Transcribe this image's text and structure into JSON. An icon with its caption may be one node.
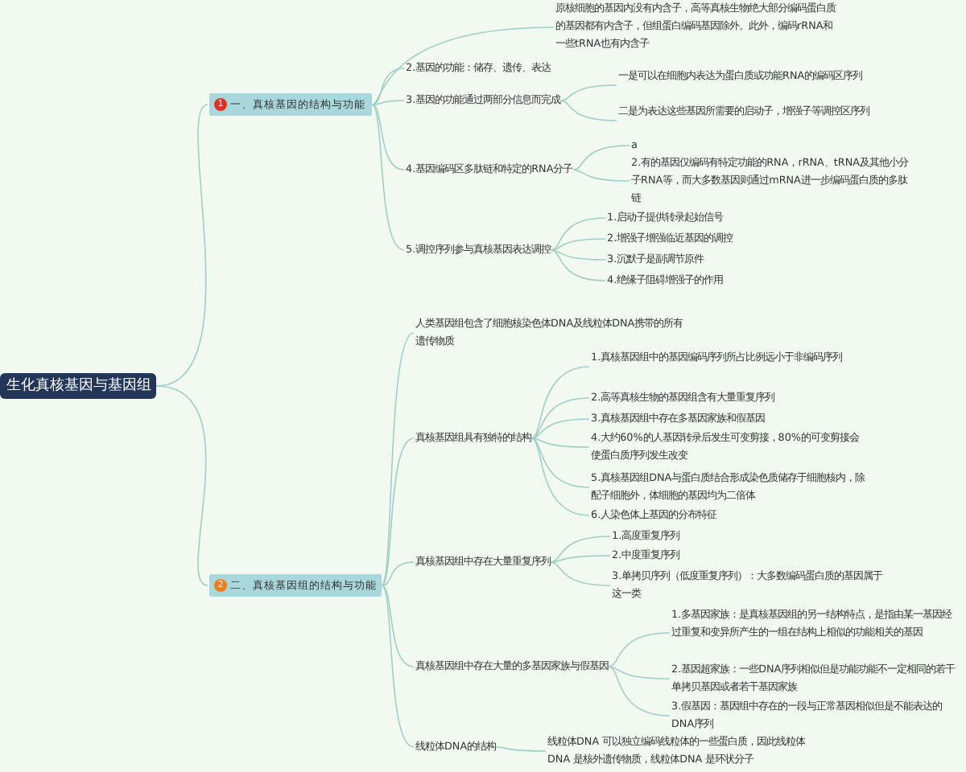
{
  "diagram": {
    "nodes": [
      {
        "text": [
          "生化真核基因与基因组"
        ]
      },
      {
        "text": [
          "1",
          "一、真核基因的结构与功能"
        ]
      },
      {
        "text": [
          "原核细胞的基因内没有内含子，高等真核生物绝大部分编码蛋白质的基因都有内含子，但组蛋白编码基因除外。此外，编码rRNA和一些tRNA也有内含子"
        ]
      },
      {
        "text": [
          "2.基因的功能：储存、遗传、表达"
        ]
      },
      {
        "text": [
          "3.基因的功能通过两部分信息而完成"
        ]
      },
      {
        "text": [
          "一是可以在细胞内表达为蛋白质或功能RNA的编码区序列"
        ]
      },
      {
        "text": [
          "二是为表达这些基因所需要的启动子，增强子等调控区序列"
        ]
      },
      {
        "text": [
          "4.基因编码区多肽链和特定的RNA分子"
        ]
      },
      {
        "text": [
          "a"
        ]
      },
      {
        "text": [
          "2.有的基因仅编码有特定功能的RNA，rRNA、tRNA及其他小分子RNA等，而大多数基因则通过mRNA进一步编码蛋白质的多肽链"
        ]
      },
      {
        "text": [
          "5.调控序列参与真核基因表达调控"
        ]
      },
      {
        "text": [
          "1.启动子提供转录起始信号"
        ]
      },
      {
        "text": [
          "2.增强子增强临近基因的调控"
        ]
      },
      {
        "text": [
          "3.沉默子是副调节原件"
        ]
      },
      {
        "text": [
          "4.绝缘子阻碍增强子的作用"
        ]
      },
      {
        "text": [
          "2",
          "二、真核基因组的结构与功能"
        ]
      },
      {
        "text": [
          "人类基因组包含了细胞核染色体DNA及线粒体DNA携带的所有遗传物质"
        ]
      },
      {
        "text": [
          "真核基因组具有独特的结构"
        ]
      },
      {
        "text": [
          "1.真核基因组中的基因编码序列所占比例远小于非编码序列"
        ]
      },
      {
        "text": [
          "2.高等真核生物的基因组含有大量重复序列"
        ]
      },
      {
        "text": [
          "3.真核基因组中存在多基因家族和假基因"
        ]
      },
      {
        "text": [
          "4.大约60%的人基因转录后发生可变剪接，80%的可变剪接会使蛋白质序列发生改变"
        ]
      },
      {
        "text": [
          "5.真核基因组DNA与蛋白质结合形成染色质储存于细胞核内，除配子细胞外，体细胞的基因均为二倍体"
        ]
      },
      {
        "text": [
          "6.人染色体上基因的分布特征"
        ]
      },
      {
        "text": [
          "真核基因组中存在大量重复序列"
        ]
      },
      {
        "text": [
          "1.高度重复序列"
        ]
      },
      {
        "text": [
          "2.中度重复序列"
        ]
      },
      {
        "text": [
          "3.单拷贝序列（低度重复序列）：大多数编码蛋白质的基因属于这一类"
        ]
      },
      {
        "text": [
          "真核基因组中存在大量的多基因家族与假基因"
        ]
      },
      {
        "text": [
          "1.多基因家族：是真核基因组的另一结构特点，是指由某一基因经过重复和变异所产生的一组在结构上相似的功能相关的基因"
        ]
      },
      {
        "text": [
          "2.基因超家族：一些DNA序列相似但是功能功能不一定相同的若干单拷贝基因或者若干基因家族"
        ]
      },
      {
        "text": [
          "3.假基因：基因组中存在的一段与正常基因相似但是不能表达的DNA序列"
        ]
      },
      {
        "text": [
          "线粒体DNA的结构"
        ]
      },
      {
        "text": [
          "线粒体DNA 可以独立编码线粒体的一些蛋白质，因此线粒体DNA 是核外遗传物质，线粒体DNA 是环状分子"
        ]
      }
    ],
    "edges": [
      {
        "from": 0,
        "to": 1,
        "arrow": "none"
      },
      {
        "from": 0,
        "to": 15,
        "arrow": "none"
      },
      {
        "from": 1,
        "to": 2,
        "arrow": "none"
      },
      {
        "from": 1,
        "to": 3,
        "arrow": "none"
      },
      {
        "from": 1,
        "to": 4,
        "arrow": "none"
      },
      {
        "from": 1,
        "to": 7,
        "arrow": "none"
      },
      {
        "from": 1,
        "to": 10,
        "arrow": "none"
      },
      {
        "from": 4,
        "to": 5,
        "arrow": "none"
      },
      {
        "from": 4,
        "to": 6,
        "arrow": "none"
      },
      {
        "from": 7,
        "to": 8,
        "arrow": "none"
      },
      {
        "from": 7,
        "to": 9,
        "arrow": "none"
      },
      {
        "from": 10,
        "to": 11,
        "arrow": "none"
      },
      {
        "from": 10,
        "to": 12,
        "arrow": "none"
      },
      {
        "from": 10,
        "to": 13,
        "arrow": "none"
      },
      {
        "from": 10,
        "to": 14,
        "arrow": "none"
      },
      {
        "from": 15,
        "to": 16,
        "arrow": "none"
      },
      {
        "from": 15,
        "to": 17,
        "arrow": "none"
      },
      {
        "from": 15,
        "to": 24,
        "arrow": "none"
      },
      {
        "from": 15,
        "to": 28,
        "arrow": "none"
      },
      {
        "from": 15,
        "to": 32,
        "arrow": "none"
      },
      {
        "from": 17,
        "to": 18,
        "arrow": "none"
      },
      {
        "from": 17,
        "to": 19,
        "arrow": "none"
      },
      {
        "from": 17,
        "to": 20,
        "arrow": "none"
      },
      {
        "from": 17,
        "to": 21,
        "arrow": "none"
      },
      {
        "from": 17,
        "to": 22,
        "arrow": "none"
      },
      {
        "from": 17,
        "to": 23,
        "arrow": "none"
      },
      {
        "from": 24,
        "to": 25,
        "arrow": "none"
      },
      {
        "from": 24,
        "to": 26,
        "arrow": "none"
      },
      {
        "from": 24,
        "to": 27,
        "arrow": "none"
      },
      {
        "from": 28,
        "to": 29,
        "arrow": "none"
      },
      {
        "from": 28,
        "to": 30,
        "arrow": "none"
      },
      {
        "from": 28,
        "to": 31,
        "arrow": "none"
      },
      {
        "from": 32,
        "to": 33,
        "arrow": "none"
      }
    ]
  }
}
